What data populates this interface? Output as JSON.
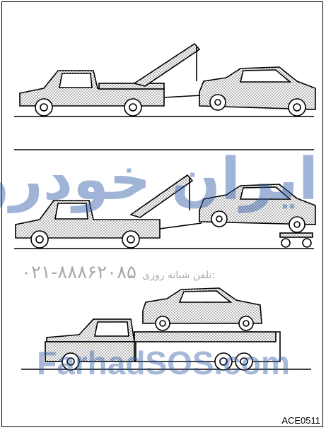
{
  "watermarks": {
    "persian_brand": "ایران خودرو فارس",
    "phone_label": "تلفن شبانه روزی:",
    "phone_number": "۰۲۱-۸۸۸۶۲۰۸۵",
    "site": "FarhadSOS.com"
  },
  "figure_code": "ACE0511",
  "colors": {
    "line": "#000000",
    "watermark_blue": "#2d5aa5",
    "watermark_gray": "#9b9b9b"
  }
}
